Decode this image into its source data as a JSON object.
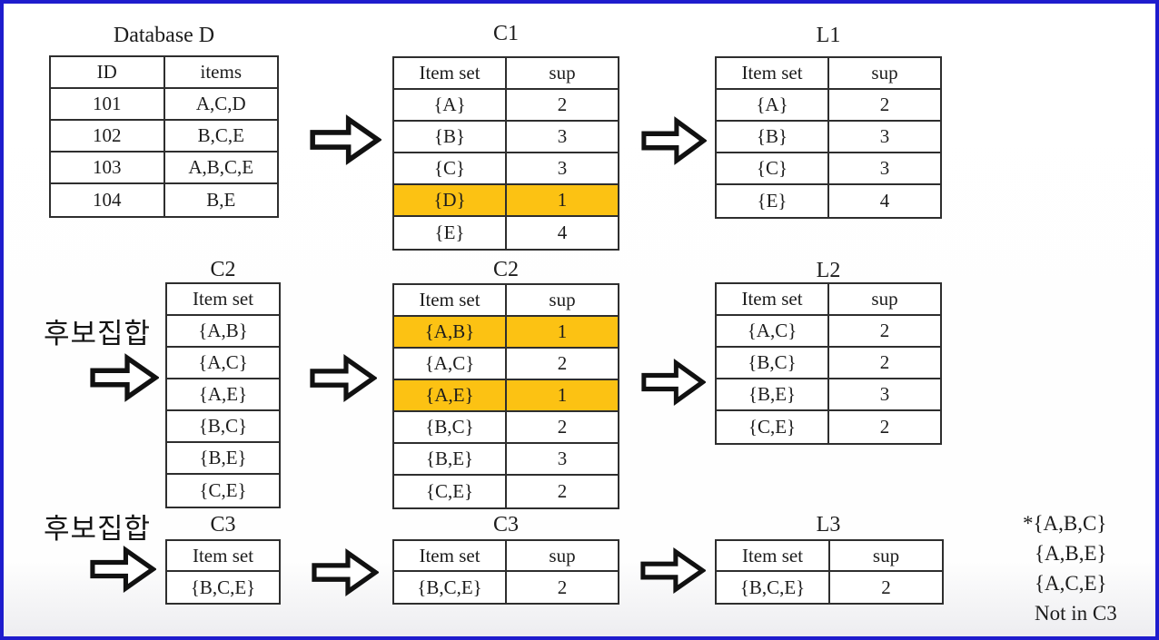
{
  "colors": {
    "frame_blue": "#1e1ccd",
    "highlight_amber": "#fcc213",
    "table_border": "#2e2e2e"
  },
  "labels": {
    "candidate_set_row2": "후보집합",
    "candidate_set_row3": "후보집합"
  },
  "tables": {
    "database": {
      "title": "Database D",
      "columns": [
        "ID",
        "items"
      ],
      "rows": [
        [
          "101",
          "A,C,D"
        ],
        [
          "102",
          "B,C,E"
        ],
        [
          "103",
          "A,B,C,E"
        ],
        [
          "104",
          "B,E"
        ]
      ],
      "highlight_rows": []
    },
    "c1": {
      "title": "C1",
      "columns": [
        "Item set",
        "sup"
      ],
      "rows": [
        [
          "{A}",
          "2"
        ],
        [
          "{B}",
          "3"
        ],
        [
          "{C}",
          "3"
        ],
        [
          "{D}",
          "1"
        ],
        [
          "{E}",
          "4"
        ]
      ],
      "highlight_rows": [
        3
      ]
    },
    "l1": {
      "title": "L1",
      "columns": [
        "Item set",
        "sup"
      ],
      "rows": [
        [
          "{A}",
          "2"
        ],
        [
          "{B}",
          "3"
        ],
        [
          "{C}",
          "3"
        ],
        [
          "{E}",
          "4"
        ]
      ],
      "highlight_rows": []
    },
    "c2_candidates": {
      "title": "C2",
      "columns": [
        "Item set"
      ],
      "rows": [
        [
          "{A,B}"
        ],
        [
          "{A,C}"
        ],
        [
          "{A,E}"
        ],
        [
          "{B,C}"
        ],
        [
          "{B,E}"
        ],
        [
          "{C,E}"
        ]
      ],
      "highlight_rows": []
    },
    "c2": {
      "title": "C2",
      "columns": [
        "Item set",
        "sup"
      ],
      "rows": [
        [
          "{A,B}",
          "1"
        ],
        [
          "{A,C}",
          "2"
        ],
        [
          "{A,E}",
          "1"
        ],
        [
          "{B,C}",
          "2"
        ],
        [
          "{B,E}",
          "3"
        ],
        [
          "{C,E}",
          "2"
        ]
      ],
      "highlight_rows": [
        0,
        2
      ]
    },
    "l2": {
      "title": "L2",
      "columns": [
        "Item set",
        "sup"
      ],
      "rows": [
        [
          "{A,C}",
          "2"
        ],
        [
          "{B,C}",
          "2"
        ],
        [
          "{B,E}",
          "3"
        ],
        [
          "{C,E}",
          "2"
        ]
      ],
      "highlight_rows": []
    },
    "c3_candidates": {
      "title": "C3",
      "columns": [
        "Item set"
      ],
      "rows": [
        [
          "{B,C,E}"
        ]
      ],
      "highlight_rows": []
    },
    "c3": {
      "title": "C3",
      "columns": [
        "Item set",
        "sup"
      ],
      "rows": [
        [
          "{B,C,E}",
          "2"
        ]
      ],
      "highlight_rows": []
    },
    "l3": {
      "title": "L3",
      "columns": [
        "Item set",
        "sup"
      ],
      "rows": [
        [
          "{B,C,E}",
          "2"
        ]
      ],
      "highlight_rows": []
    }
  },
  "annotation": {
    "lines": [
      "*{A,B,C}",
      "{A,B,E}",
      "{A,C,E}",
      "Not in C3"
    ]
  }
}
